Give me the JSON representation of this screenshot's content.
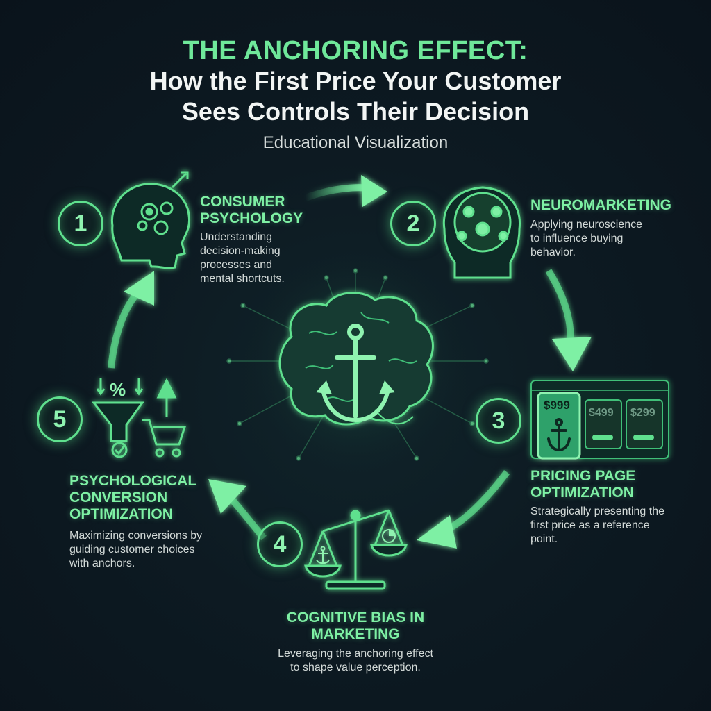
{
  "title": {
    "line1": "THE ANCHORING EFFECT:",
    "line2": "How the First Price Your Customer",
    "line3": "Sees Controls Their Decision"
  },
  "subtitle": "Educational Visualization",
  "steps": [
    {
      "number": "1",
      "title_lines": [
        "CONSUMER",
        "PSYCHOLOGY"
      ],
      "desc_lines": [
        "Understanding",
        "decision-making",
        "processes and",
        "mental shortcuts."
      ],
      "icon": "head-gears-icon"
    },
    {
      "number": "2",
      "title_lines": [
        "NEUROMARKETING"
      ],
      "desc_lines": [
        "Applying neuroscience",
        "to influence buying",
        "behavior."
      ],
      "icon": "brain-scan-icon"
    },
    {
      "number": "3",
      "title_lines": [
        "PRICING PAGE",
        "OPTIMIZATION"
      ],
      "desc_lines": [
        "Strategically presenting the",
        "first price as a reference",
        "point."
      ],
      "icon": "pricing-page-icon"
    },
    {
      "number": "4",
      "title_lines": [
        "COGNITIVE BIAS IN",
        "MARKETING"
      ],
      "desc_lines": [
        "Leveraging the anchoring effect",
        "to shape value perception."
      ],
      "icon": "balance-scale-icon"
    },
    {
      "number": "5",
      "title_lines": [
        "PSYCHOLOGICAL",
        "CONVERSION",
        "OPTIMIZATION"
      ],
      "desc_lines": [
        "Maximizing conversions by",
        "guiding customer choices",
        "with anchors."
      ],
      "icon": "funnel-cart-icon"
    }
  ],
  "pricing": {
    "anchor": "$999",
    "mid": "$499",
    "low": "$299"
  },
  "funnel_symbol": "%",
  "center_icon": "brain-anchor-icon",
  "colors": {
    "accent": "#6fe89a",
    "background": "#0d1a22",
    "text": "#d3dad8"
  }
}
